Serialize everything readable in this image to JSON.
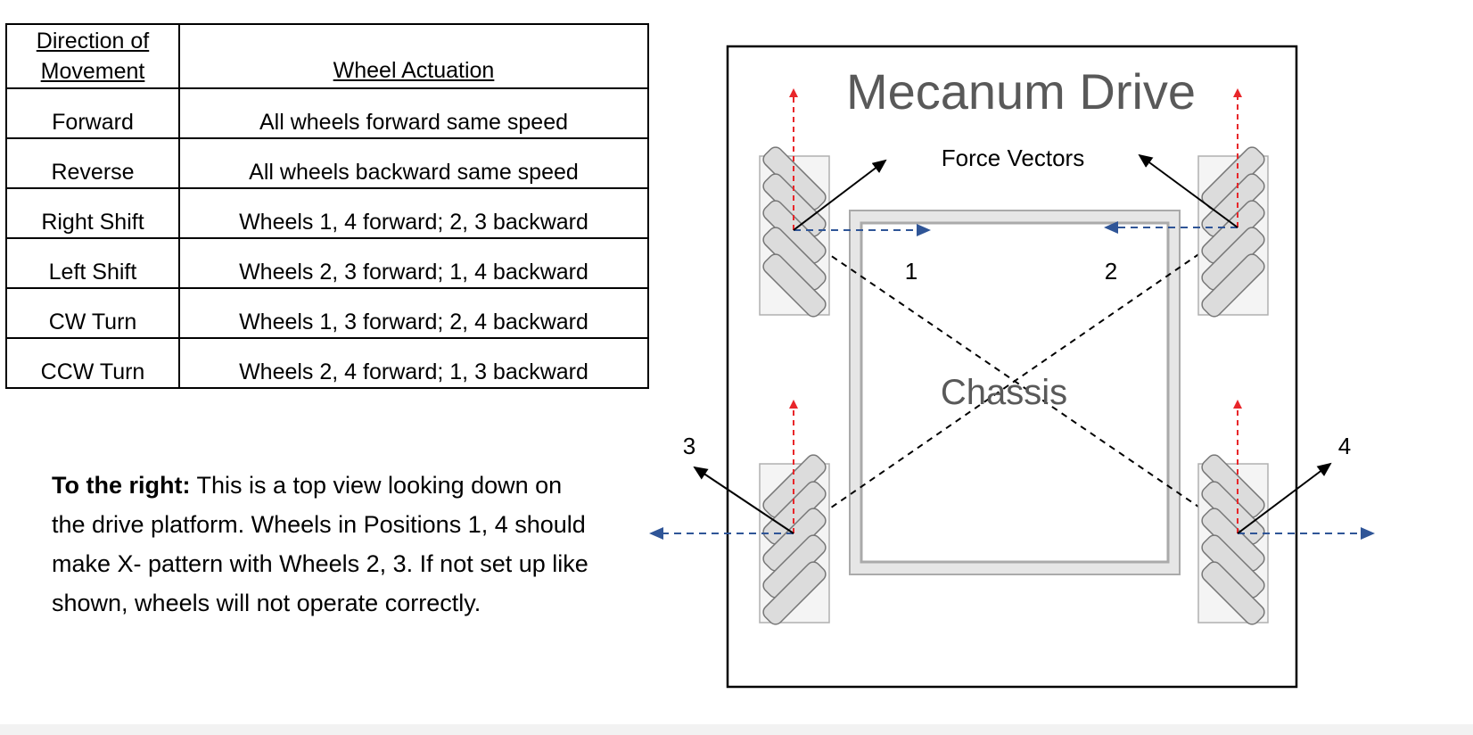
{
  "table": {
    "header": {
      "direction": "Direction of Movement",
      "actuation": "Wheel Actuation"
    },
    "rows": [
      {
        "direction": "Forward",
        "actuation": "All wheels forward same speed"
      },
      {
        "direction": "Reverse",
        "actuation": "All wheels backward same speed"
      },
      {
        "direction": "Right Shift",
        "actuation": "Wheels 1, 4 forward; 2, 3 backward"
      },
      {
        "direction": "Left Shift",
        "actuation": "Wheels 2, 3 forward; 1, 4 backward"
      },
      {
        "direction": "CW Turn",
        "actuation": "Wheels 1, 3 forward; 2, 4 backward"
      },
      {
        "direction": "CCW Turn",
        "actuation": "Wheels 2, 4 forward; 1, 3 backward"
      }
    ]
  },
  "note": {
    "lead": "To the right:",
    "lines": [
      " This is a top view looking down on",
      "the drive platform. Wheels in Positions 1, 4 should",
      "make X- pattern with Wheels 2, 3. If not set up like",
      "shown, wheels will not operate correctly."
    ]
  },
  "diagram": {
    "title": "Mecanum Drive",
    "subtitle": "Force Vectors",
    "chassis_label": "Chassis",
    "wheel_labels": [
      "1",
      "2",
      "3",
      "4"
    ],
    "colors": {
      "forward_arrow": "#e8262a",
      "lateral_arrow": "#2f5597",
      "force_arrow": "#000000",
      "roller": "#dcdcdc",
      "chassis": "#bdbdbd"
    }
  }
}
